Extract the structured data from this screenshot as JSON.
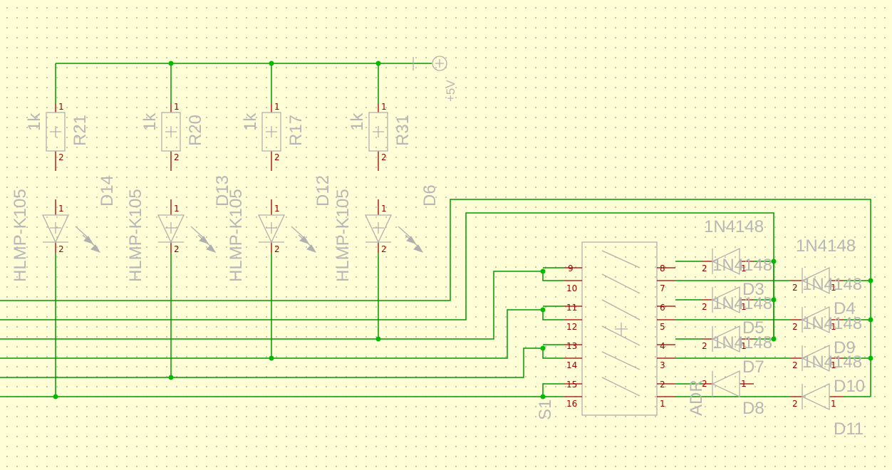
{
  "power": {
    "label": "+5V"
  },
  "resistors": [
    {
      "ref": "R21",
      "value": "1k",
      "pin1": "1",
      "pin2": "2"
    },
    {
      "ref": "R20",
      "value": "1k",
      "pin1": "1",
      "pin2": "2"
    },
    {
      "ref": "R17",
      "value": "1k",
      "pin1": "1",
      "pin2": "2"
    },
    {
      "ref": "R31",
      "value": "1k",
      "pin1": "1",
      "pin2": "2"
    }
  ],
  "leds": [
    {
      "ref": "D14",
      "value": "HLMP-K105",
      "pin1": "1",
      "pin2": "2"
    },
    {
      "ref": "D13",
      "value": "HLMP-K105",
      "pin1": "1",
      "pin2": "2"
    },
    {
      "ref": "D12",
      "value": "HLMP-K105",
      "pin1": "1",
      "pin2": "2"
    },
    {
      "ref": "D6",
      "value": "HLMP-K105",
      "pin1": "1",
      "pin2": "2"
    }
  ],
  "switch": {
    "ref": "S1",
    "left_pins": [
      "9",
      "10",
      "11",
      "12",
      "13",
      "14",
      "15",
      "16"
    ],
    "right_pins": [
      "8",
      "7",
      "6",
      "5",
      "4",
      "3",
      "2",
      "1"
    ]
  },
  "diodes": [
    {
      "ref": "D3",
      "value": "1N4148",
      "pin_a": "2",
      "pin_k": "1"
    },
    {
      "ref": "D5",
      "value": "1N4148",
      "pin_a": "2",
      "pin_k": "1"
    },
    {
      "ref": "D7",
      "value": "1N4148",
      "pin_a": "2",
      "pin_k": "1"
    },
    {
      "ref": "D8",
      "value": "ADR",
      "pin_a": "2",
      "pin_k": "1"
    },
    {
      "ref": "D4",
      "value": "1N4148",
      "pin_a": "2",
      "pin_k": "1"
    },
    {
      "ref": "D9",
      "value": "1N4148",
      "pin_a": "2",
      "pin_k": "1"
    },
    {
      "ref": "D10",
      "value": "1N4148",
      "pin_a": "2",
      "pin_k": "1"
    },
    {
      "ref": "D11",
      "value": "1N4148",
      "pin_a": "2",
      "pin_k": "1"
    }
  ]
}
